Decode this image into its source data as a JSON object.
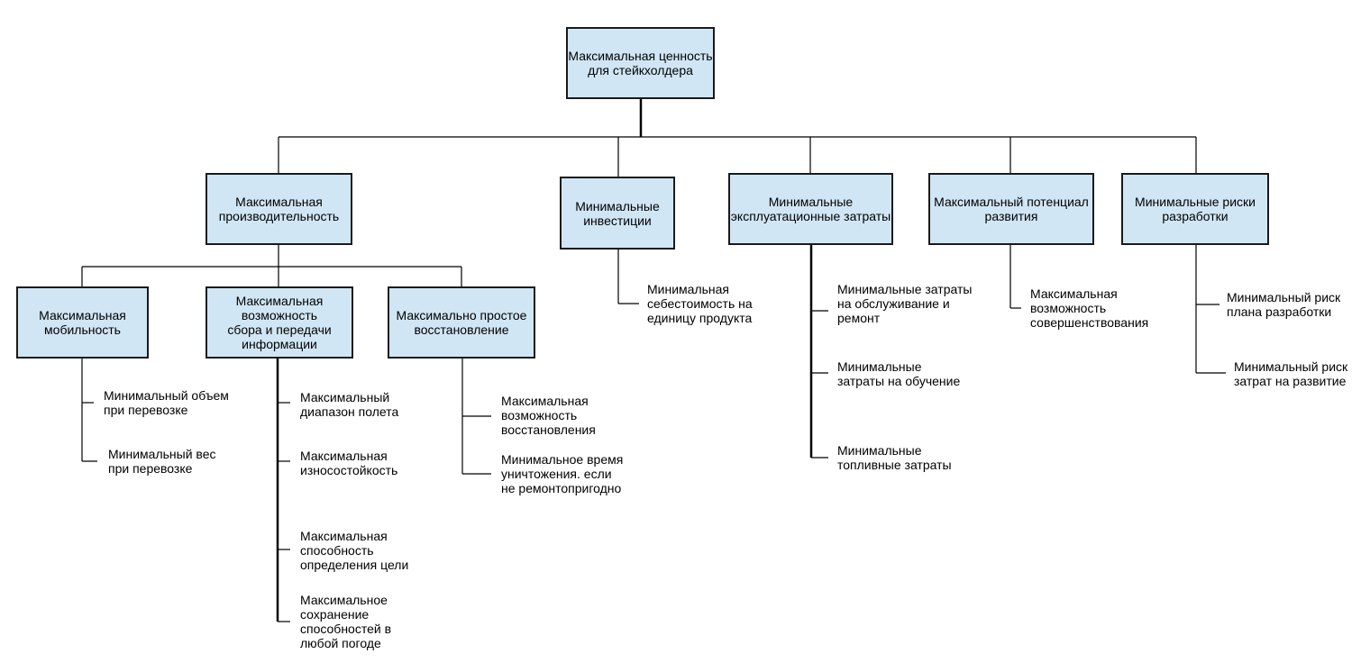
{
  "root": {
    "label": "Максимальная ценность\nдля стейкхолдера"
  },
  "level1": {
    "productivity": "Максимальная\nпроизводительность",
    "investments": "Минимальные\nинвестиции",
    "operating_costs": "Минимальные\nэксплуатационные затраты",
    "development": "Максимальный потенциал\nразвития",
    "risks": "Минимальные риски\nразработки"
  },
  "level2": {
    "mobility": "Максимальная\nмобильность",
    "info": "Максимальная возможность\nсбора и передачи\nинформации",
    "restore": "Максимально простое\nвосстановление"
  },
  "leaves": {
    "mobility": [
      "Минимальный объем\nпри перевозке",
      "Минимальный вес\nпри перевозке"
    ],
    "info": [
      "Максимальный\nдиапазон полета",
      "Максимальная\nизносостойкость",
      "Максимальная\nспособность\nопределения цели",
      "Максимальное\nсохранение\nспособностей в\nлюбой погоде"
    ],
    "restore": [
      "Максимальная\nвозможность\nвосстановления",
      "Минимальное время\nуничтожения. если\nне ремонтопригодно"
    ],
    "investments": [
      "Минимальная\nсебестоимость на\nединицу продукта"
    ],
    "operating_costs": [
      "Минимальные затраты\nна обслуживание и\nремонт",
      "Минимальные\nзатраты на обучение",
      "Минимальные\nтопливные затраты"
    ],
    "development": [
      "Максимальная\nвозможность\nсовершенствования"
    ],
    "risks": [
      "Минимальный риск\nплана разработки",
      "Минимальный риск\nзатрат на развитие"
    ]
  }
}
